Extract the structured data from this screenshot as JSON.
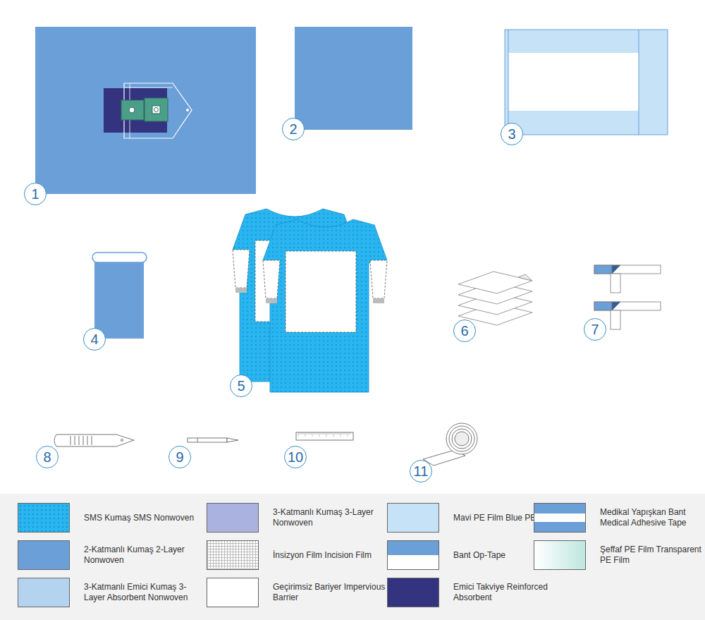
{
  "diagram": {
    "labels": [
      "1",
      "2",
      "3",
      "4",
      "5",
      "6",
      "7",
      "8",
      "9",
      "10",
      "11"
    ],
    "legend": [
      {
        "text": "SMS Kumaş SMS Nonwoven",
        "color": "#29b6f0"
      },
      {
        "text": "3-Katmanlı Kumaş 3-Layer Nonwoven",
        "color": "#aab3e0"
      },
      {
        "text": "Mavi PE Film Blue PE Film",
        "color": "#c6e2f7"
      },
      {
        "text": "Medikal Yapışkan Bant Medical Adhesive Tape"
      },
      {
        "text": "2-Katmanlı Kumaş 2-Layer Nonwoven",
        "color": "#6a9fd8"
      },
      {
        "text": "İnsizyon Film Incision Film"
      },
      {
        "text": "Bant Op-Tape"
      },
      {
        "text": "Şeffaf PE Film Transparent PE Film"
      },
      {
        "text": "3-Katmanlı Emici Kumaş 3-Layer Absorbent Nonwoven",
        "color": "#b3d3ef"
      },
      {
        "text": "Geçirimsiz Bariyer Impervious Barrier",
        "color": "#ffffff"
      },
      {
        "text": "Emici Takviye Reinforced Absorbent",
        "color": "#33337f"
      }
    ]
  }
}
